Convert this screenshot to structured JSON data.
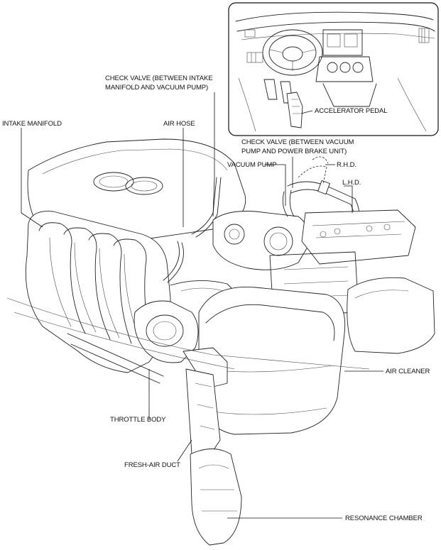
{
  "labels": {
    "check_valve_intake_line1": "CHECK VALVE (BETWEEN INTAKE",
    "check_valve_intake_line2": "MANIFOLD AND VACUUM PUMP)",
    "intake_manifold": "INTAKE MANIFOLD",
    "air_hose": "AIR HOSE",
    "accelerator_pedal": "ACCELERATOR PEDAL",
    "check_valve_brake_line1": "CHECK VALVE (BETWEEN VACUUM",
    "check_valve_brake_line2": "PUMP AND POWER BRAKE UNIT)",
    "vacuum_pump": "VACUUM PUMP",
    "rhd": "R.H.D.",
    "lhd": "L.H.D.",
    "air_cleaner": "AIR CLEANER",
    "throttle_body": "THROTTLE BODY",
    "fresh_air_duct": "FRESH-AIR DUCT",
    "resonance_chamber": "RESONANCE CHAMBER"
  }
}
